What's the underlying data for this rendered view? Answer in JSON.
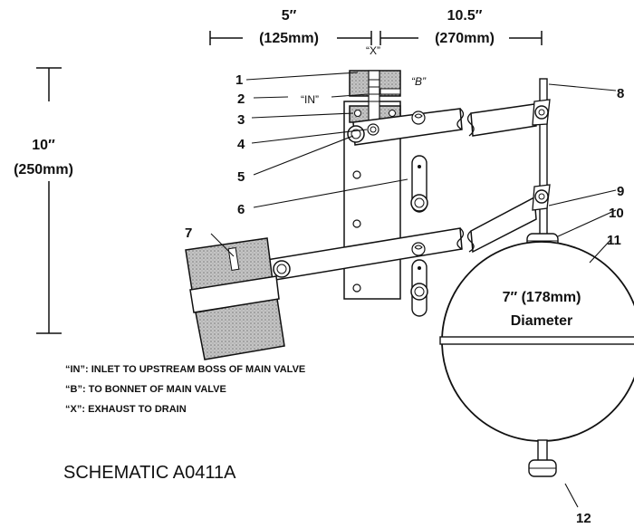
{
  "dimensions": {
    "width_left": "5″",
    "width_left_metric": "(125mm)",
    "width_right": "10.5″",
    "width_right_metric": "(270mm)",
    "height": "10″",
    "height_metric": "(250mm)"
  },
  "port_labels": {
    "x": "“X”",
    "in": "“IN”",
    "b": "“B”"
  },
  "callouts": [
    "1",
    "2",
    "3",
    "4",
    "5",
    "6",
    "7",
    "8",
    "9",
    "10",
    "11",
    "12"
  ],
  "ball": {
    "size": "7″ (178mm)",
    "caption": "Diameter"
  },
  "legend": [
    {
      "key": "“IN”:",
      "text": "INLET TO UPSTREAM BOSS OF MAIN VALVE"
    },
    {
      "key": "“B”:",
      "text": "TO BONNET OF MAIN VALVE"
    },
    {
      "key": "“X”:",
      "text": "EXHAUST TO DRAIN"
    }
  ],
  "schematic_id": "SCHEMATIC A0411A",
  "colors": {
    "line": "#111111",
    "shaded": "#bfbfbf",
    "background": "#ffffff"
  }
}
